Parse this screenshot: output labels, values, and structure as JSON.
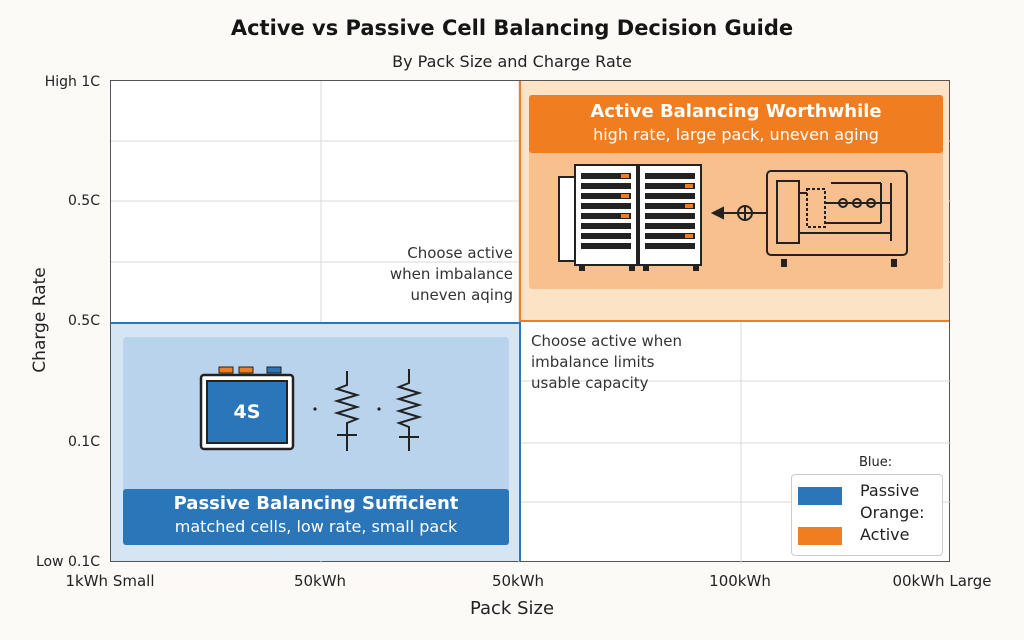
{
  "title": "Active vs Passive Cell Balancing Decision Guide",
  "subtitle": "By Pack Size and Charge Rate",
  "axes": {
    "y_label": "Charge Rate",
    "x_label": "Pack Size",
    "y_ticks": [
      "High 1C",
      "0.5C",
      "0.5C",
      "0.1C",
      "Low 0.1C"
    ],
    "x_ticks": [
      "1kWh Small",
      "50kWh",
      "50kWh",
      "100kWh",
      "00kWh Large"
    ]
  },
  "active": {
    "title": "Active Balancing Worthwhile",
    "subtitle": "high rate, large pack, uneven aging",
    "color": "#f07d1f"
  },
  "passive": {
    "title": "Passive Balancing Sufficient",
    "subtitle": "matched cells, low rate, small pack",
    "cell_label": "4S",
    "color": "#2b76b8"
  },
  "notes": {
    "left_lines": [
      "Choose active",
      "when imbalance",
      "uneven aqing"
    ],
    "right_lines": [
      "Choose active when",
      "imbalance limits",
      "usable capacity"
    ]
  },
  "legend": {
    "heading": "Blue:",
    "entries": [
      {
        "label": "Passive",
        "color": "#2b76b8"
      },
      {
        "label": "Orange:",
        "color": ""
      },
      {
        "label": "Active",
        "color": "#f07d1f"
      }
    ]
  }
}
